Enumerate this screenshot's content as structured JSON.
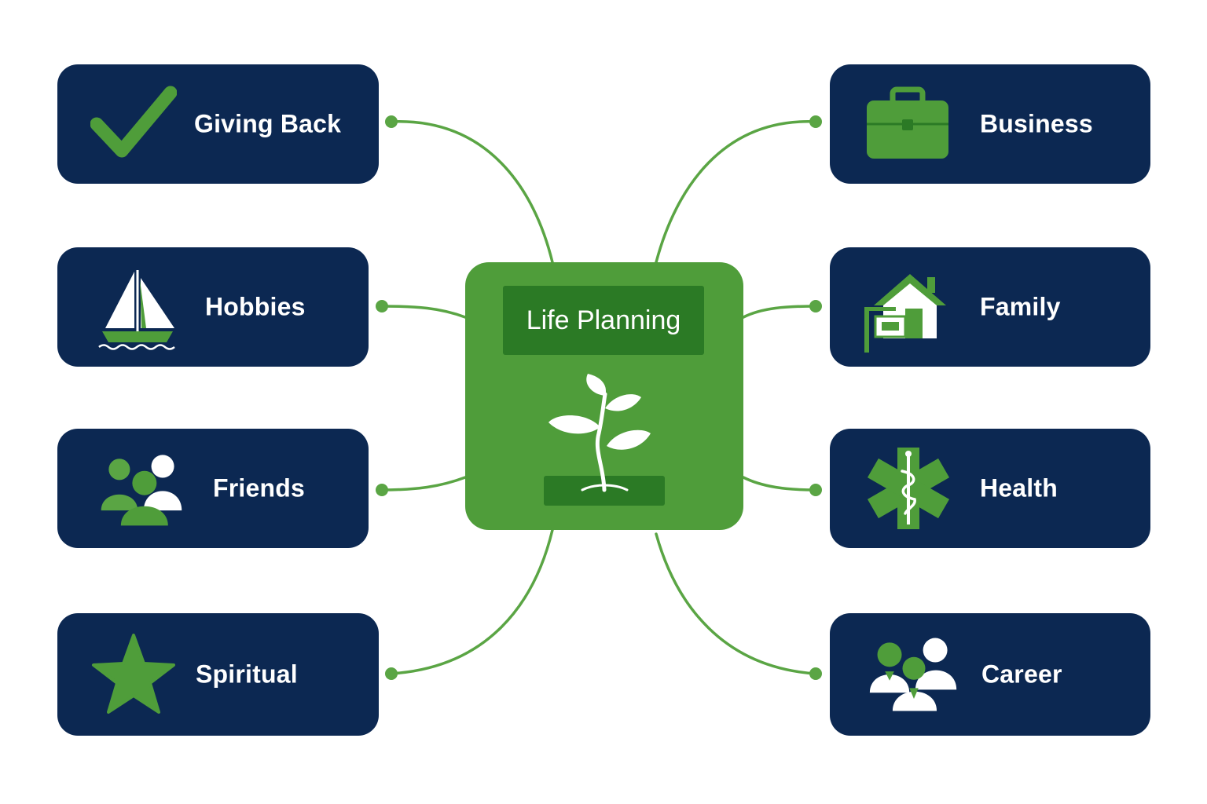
{
  "colors": {
    "navy": "#0c2852",
    "green": "#4f9d3a",
    "dark_green": "#2b7a25",
    "line_green": "#5aa544",
    "white": "#ffffff"
  },
  "center": {
    "title": "Life Planning",
    "icon": "sprout-icon"
  },
  "left_nodes": [
    {
      "id": "giving-back",
      "label": "Giving Back",
      "icon": "checkmark-icon"
    },
    {
      "id": "hobbies",
      "label": "Hobbies",
      "icon": "sailboat-icon"
    },
    {
      "id": "friends",
      "label": "Friends",
      "icon": "group-icon"
    },
    {
      "id": "spiritual",
      "label": "Spiritual",
      "icon": "star-icon"
    }
  ],
  "right_nodes": [
    {
      "id": "business",
      "label": "Business",
      "icon": "briefcase-icon"
    },
    {
      "id": "family",
      "label": "Family",
      "icon": "house-icon"
    },
    {
      "id": "health",
      "label": "Health",
      "icon": "medical-star-icon"
    },
    {
      "id": "career",
      "label": "Career",
      "icon": "team-icon"
    }
  ]
}
